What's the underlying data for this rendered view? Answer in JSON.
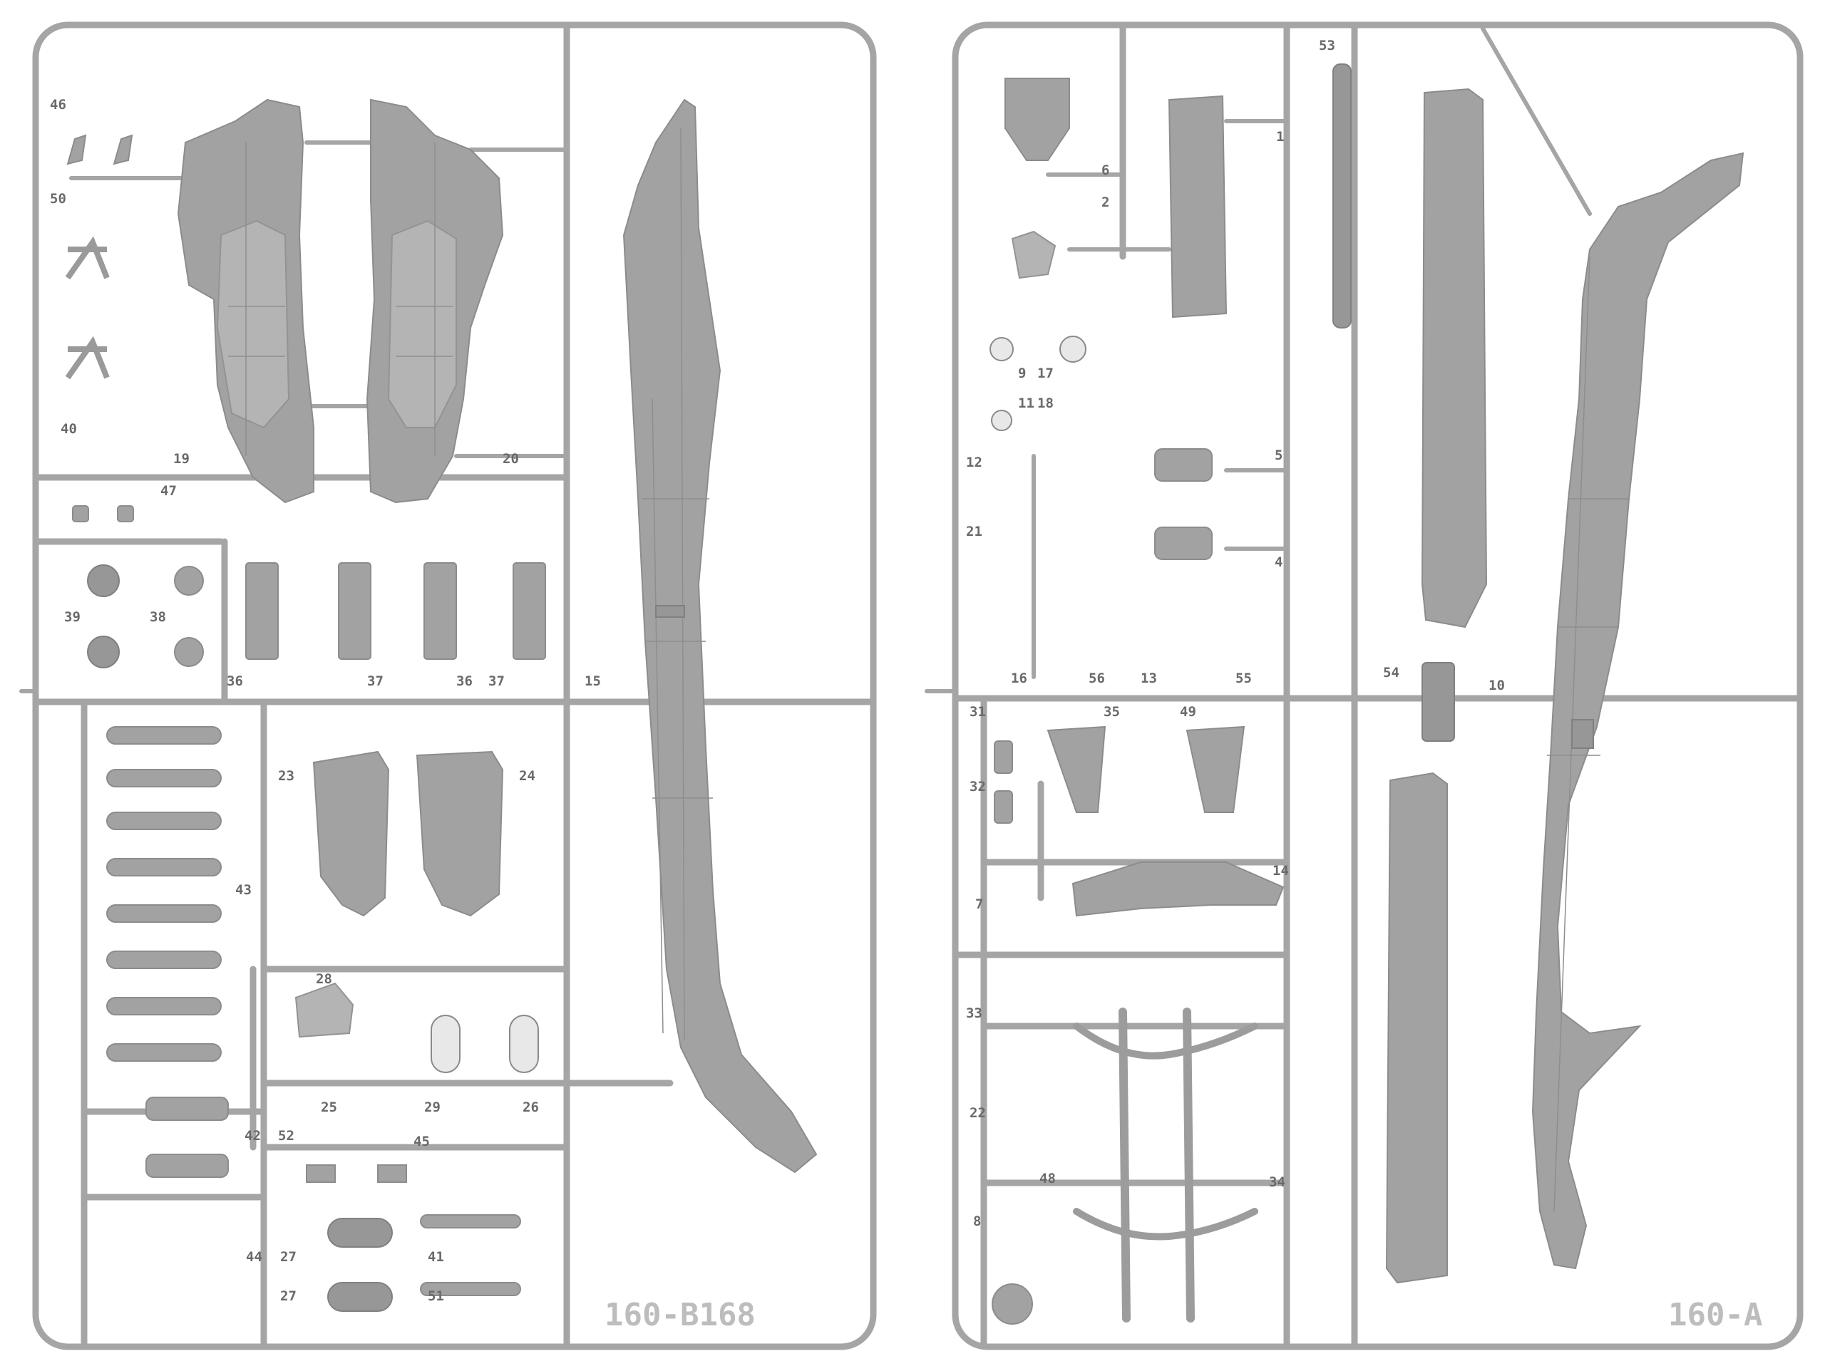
{
  "left_sprue": {
    "id_text": "160-B168",
    "labels": [
      "46",
      "50",
      "40",
      "19",
      "47",
      "20",
      "39",
      "38",
      "36",
      "37",
      "36",
      "37",
      "15",
      "23",
      "24",
      "43",
      "28",
      "25",
      "29",
      "26",
      "42",
      "52",
      "45",
      "44",
      "27",
      "41",
      "27",
      "51"
    ]
  },
  "right_sprue": {
    "id_text": "160-A",
    "labels": [
      "53",
      "1",
      "6",
      "2",
      "9",
      "17",
      "11",
      "18",
      "12",
      "5",
      "21",
      "4",
      "16",
      "56",
      "13",
      "55",
      "54",
      "10",
      "31",
      "35",
      "49",
      "32",
      "14",
      "7",
      "33",
      "22",
      "48",
      "34",
      "8"
    ]
  },
  "colors": {
    "plastic": "#a2a2a2",
    "sprue": "#a5a5a5",
    "label": "#6a6a6a",
    "background": "#ffffff"
  }
}
